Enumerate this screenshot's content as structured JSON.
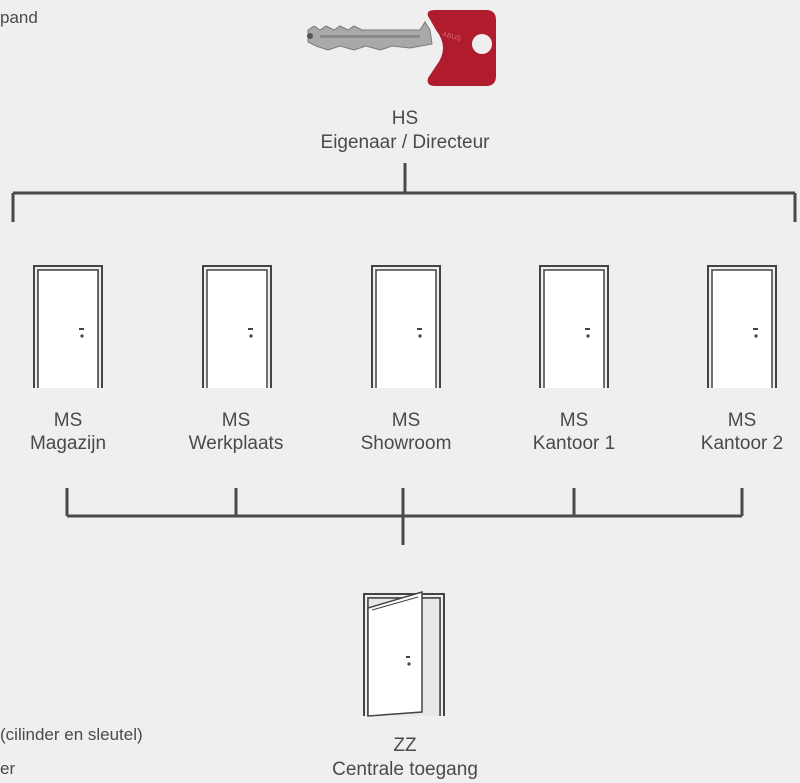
{
  "partial_top_left_text": "pand",
  "top_key": {
    "code": "HS",
    "role": "Eigenaar / Directeur"
  },
  "doors": [
    {
      "code": "MS",
      "name": "Magazijn"
    },
    {
      "code": "MS",
      "name": "Werkplaats"
    },
    {
      "code": "MS",
      "name": "Showroom"
    },
    {
      "code": "MS",
      "name": "Kantoor 1"
    },
    {
      "code": "MS",
      "name": "Kantoor 2"
    }
  ],
  "central": {
    "code": "ZZ",
    "name": "Centrale toegang"
  },
  "partial_legend": [
    "(cilinder en sleutel)",
    "er"
  ],
  "colors": {
    "background": "#efefef",
    "line": "#4a4a4a",
    "key_head": "#b01c2e",
    "key_blade": "#9a9a9a",
    "door_frame": "#444444"
  }
}
